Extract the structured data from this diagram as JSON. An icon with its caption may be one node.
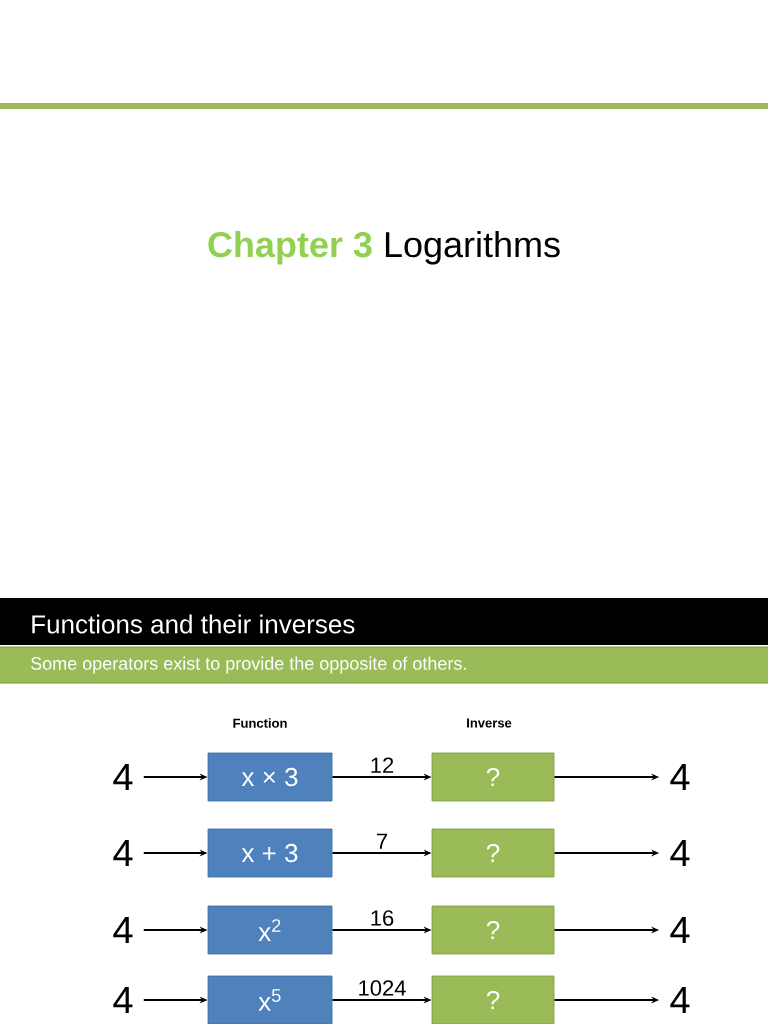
{
  "diagram": {
    "nodes": [
      {
        "text": [
          "4"
        ]
      },
      {
        "text": [
          "x × 3"
        ]
      },
      {
        "text": [
          "?"
        ]
      },
      {
        "text": [
          "4"
        ]
      },
      {
        "text": [
          "4"
        ]
      },
      {
        "text": [
          "x + 3"
        ]
      },
      {
        "text": [
          "?"
        ]
      },
      {
        "text": [
          "4"
        ]
      },
      {
        "text": [
          "4"
        ]
      },
      {
        "text": [
          "x$^{2}$"
        ]
      },
      {
        "text": [
          "?"
        ]
      },
      {
        "text": [
          "4"
        ]
      },
      {
        "text": [
          "4"
        ]
      },
      {
        "text": [
          "x$^{5}$"
        ]
      },
      {
        "text": [
          "?"
        ]
      },
      {
        "text": [
          "4"
        ]
      }
    ],
    "edges": [
      {
        "from": 0,
        "to": 1,
        "arrow": "to"
      },
      {
        "from": 1,
        "to": 2,
        "arrow": "to",
        "label": "12"
      },
      {
        "from": 2,
        "to": 3,
        "arrow": "to"
      },
      {
        "from": 4,
        "to": 5,
        "arrow": "to"
      },
      {
        "from": 5,
        "to": 6,
        "arrow": "to",
        "label": "7"
      },
      {
        "from": 6,
        "to": 7,
        "arrow": "to"
      },
      {
        "from": 8,
        "to": 9,
        "arrow": "to"
      },
      {
        "from": 9,
        "to": 10,
        "arrow": "to",
        "label": "16"
      },
      {
        "from": 10,
        "to": 11,
        "arrow": "to"
      },
      {
        "from": 12,
        "to": 13,
        "arrow": "to"
      },
      {
        "from": 13,
        "to": 14,
        "arrow": "to",
        "label": "1024"
      },
      {
        "from": 14,
        "to": 15,
        "arrow": "to"
      }
    ],
    "labels": [
      "Chapter 3",
      "Logarithms",
      "Functions and their inverses",
      "Some operators exist to provide the opposite of others.",
      "Function",
      "Inverse"
    ]
  }
}
